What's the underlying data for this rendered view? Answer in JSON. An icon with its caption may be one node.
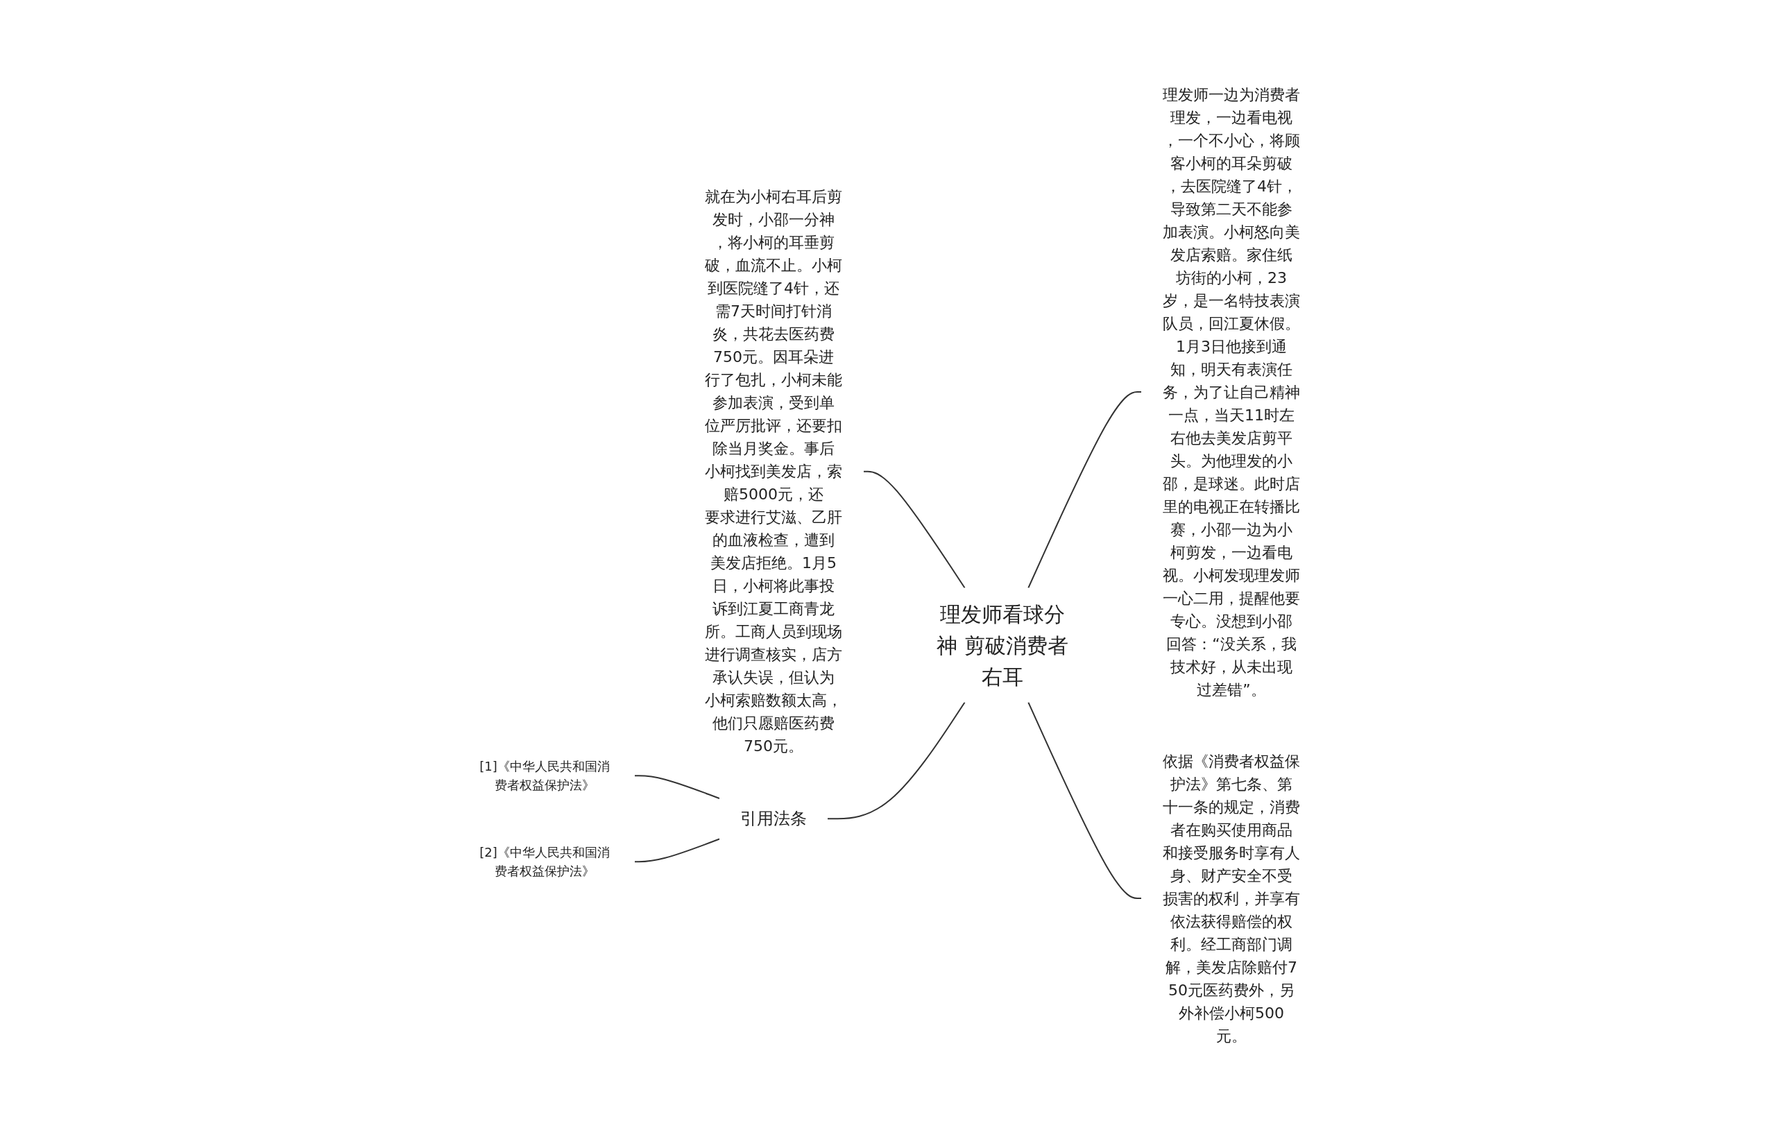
{
  "diagram": {
    "nodes": [
      {
        "text": [
          "理发师看球分神 剪破消费者右耳"
        ]
      },
      {
        "text": [
          "就在为小柯右耳后剪发时，小邵一分神，将小柯的耳垂剪破，血流不止。小柯到医院缝了4针，还需7天时间打针消炎，共花去医药费750元。因耳朵进行了包扎，小柯未能参加表演，受到单位严厉批评，还要扣除当月奖金。事后小柯找到美发店，索赔5000元，还要求进行艾滋、乙肝的血液检查，遭到美发店拒绝。1月5日，小柯将此事投诉到江夏工商青龙所。工商人员到现场进行调查核实，店方承认失误，但认为小柯索赔数额太高，他们只愿赔医药费750元。"
        ]
      },
      {
        "text": [
          "引用法条"
        ]
      },
      {
        "text": [
          "[1]《中华人民共和国消费者权益保护法》"
        ]
      },
      {
        "text": [
          "[2]《中华人民共和国消费者权益保护法》"
        ]
      },
      {
        "text": [
          "理发师一边为消费者理发，一边看电视，一个不小心，将顾客小柯的耳朵剪破，去医院缝了4针，导致第二天不能参加表演。小柯怒向美发店索赔。家住纸坊街的小柯，23岁，是一名特技表演队员，回江夏休假。1月3日他接到通知，明天有表演任务，为了让自己精神一点，当天11时左右他去美发店剪平头。为他理发的小邵，是球迷。此时店里的电视正在转播比赛，小邵一边为小柯剪发，一边看电视。小柯发现理发师一心二用，提醒他要专心。没想到小邵回答：“没关系，我技术好，从未出现过差错”。"
        ]
      },
      {
        "text": [
          "依据《消费者权益保护法》第七条、第十一条的规定，消费者在购买使用商品和接受服务时享有人身、财产安全不受损害的权利，并享有依法获得赔偿的权利。经工商部门调解，美发店除赔付750元医药费外，另外补偿小柯500元。"
        ]
      }
    ],
    "edges": [
      {
        "from": 1,
        "to": 0,
        "arrow": "none"
      },
      {
        "from": 2,
        "to": 0,
        "arrow": "none"
      },
      {
        "from": 3,
        "to": 2,
        "arrow": "none"
      },
      {
        "from": 4,
        "to": 2,
        "arrow": "none"
      },
      {
        "from": 0,
        "to": 5,
        "arrow": "none"
      },
      {
        "from": 0,
        "to": 6,
        "arrow": "none"
      }
    ]
  }
}
